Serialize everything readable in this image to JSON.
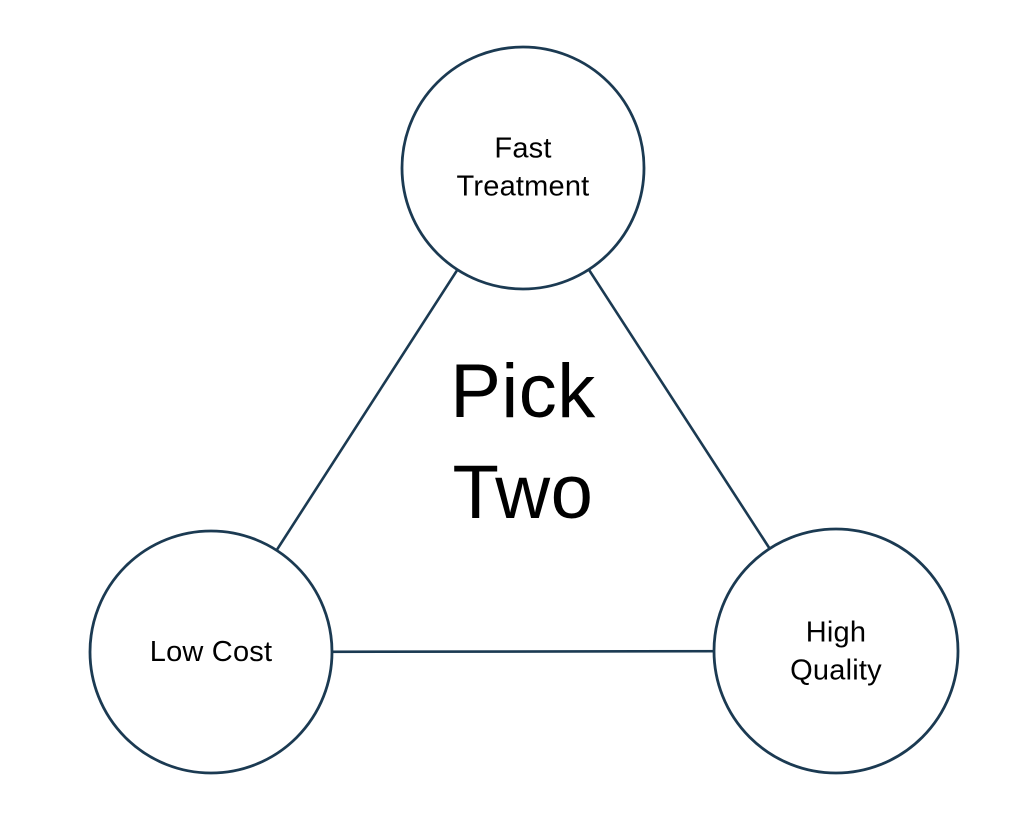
{
  "diagram": {
    "title": "Pick\nTwo",
    "nodes": [
      {
        "id": "fast-treatment",
        "label": "Fast\nTreatment",
        "position": "top"
      },
      {
        "id": "low-cost",
        "label": "Low Cost",
        "position": "bottom-left"
      },
      {
        "id": "high-quality",
        "label": "High\nQuality",
        "position": "bottom-right"
      }
    ],
    "edges": [
      {
        "from": "fast-treatment",
        "to": "low-cost"
      },
      {
        "from": "fast-treatment",
        "to": "high-quality"
      },
      {
        "from": "low-cost",
        "to": "high-quality"
      }
    ],
    "colors": {
      "outline": "#1B3A52",
      "text": "#000000",
      "background": "#FFFFFF"
    }
  }
}
